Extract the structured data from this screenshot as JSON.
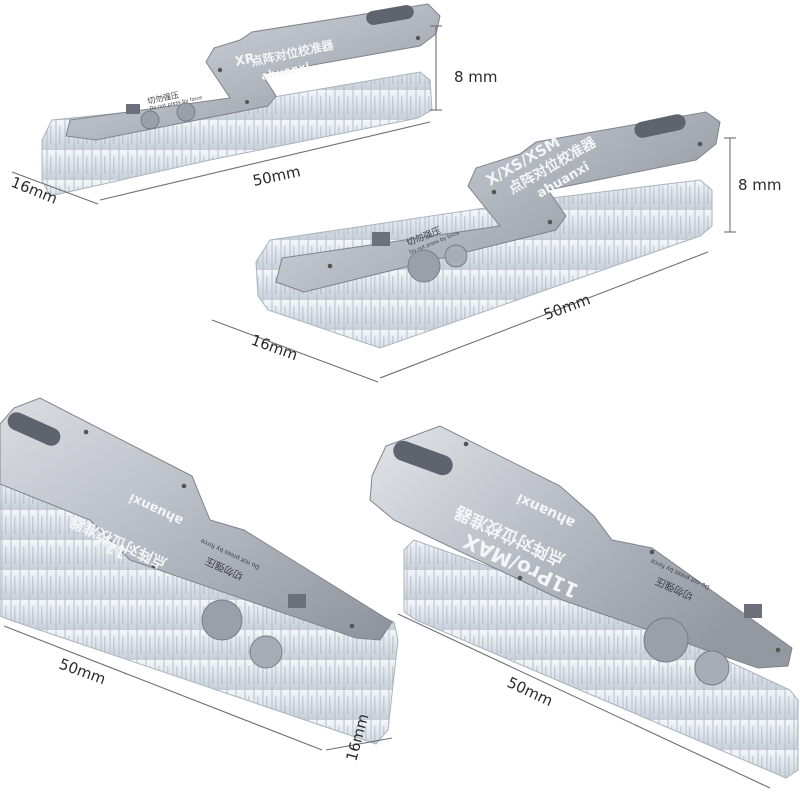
{
  "products": [
    {
      "model_label": "XR",
      "chinese_label": "点阵对位校准器",
      "brand": "ahuanxi",
      "warning_cn": "切勿强压",
      "warning_en": "Do not press by force",
      "length_label": "50mm",
      "width_label": "16mm",
      "height_label": "8 mm"
    },
    {
      "model_label": "X/XS/XSM",
      "chinese_label": "点阵对位校准器",
      "brand": "ahuanxi",
      "warning_cn": "切勿强压",
      "warning_en": "Do not press by force",
      "length_label": "50mm",
      "width_label": "16mm",
      "height_label": "8 mm"
    },
    {
      "model_label": "11",
      "chinese_label": "点阵对位校准器",
      "brand": "ahuanxi",
      "warning_cn": "切勿强压",
      "warning_en": "Do not press by force",
      "length_label": "50mm",
      "width_label": "16mm"
    },
    {
      "model_label": "11Pro/MAX",
      "chinese_label": "点阵对位校准器",
      "brand": "ahuanxi",
      "warning_cn": "切勿强压",
      "warning_en": "Do not press by force",
      "length_label": "50mm"
    }
  ],
  "colors": {
    "metal_light": "#c9ccd3",
    "metal_dark": "#8e929c",
    "acrylic": "#e9eef4",
    "dimension_line": "#6d6f78",
    "background": "#ffffff"
  }
}
